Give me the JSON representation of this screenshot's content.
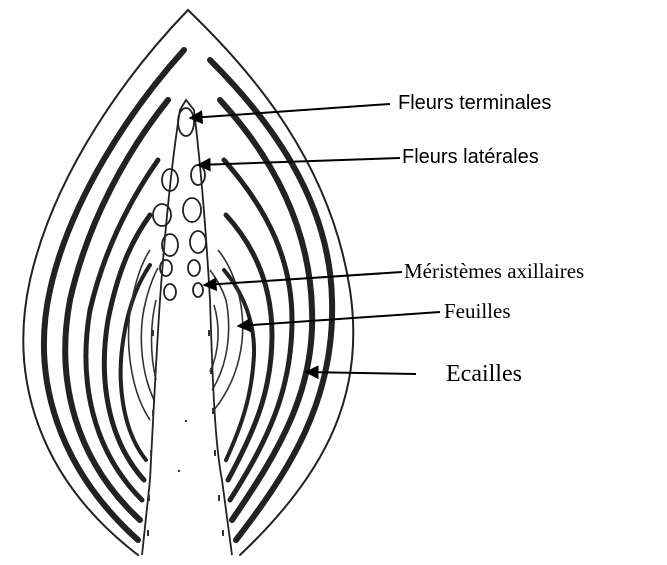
{
  "diagram": {
    "labels": {
      "fleurs_terminales": "Fleurs terminales",
      "fleurs_laterales": "Fleurs latérales",
      "meristemes_axillaires": "Méristèmes axillaires",
      "feuilles": "Feuilles",
      "ecailles": "Ecailles"
    }
  }
}
